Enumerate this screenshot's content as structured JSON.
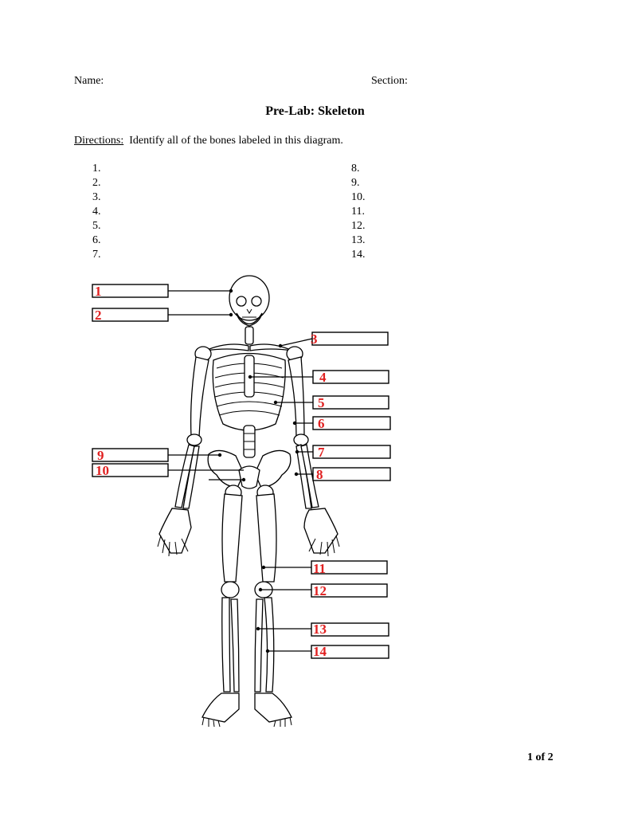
{
  "header": {
    "name_label": "Name:",
    "section_label": "Section:"
  },
  "title": "Pre-Lab:  Skeleton",
  "directions": {
    "label": "Directions:",
    "text": "  Identify all of the bones labeled in this diagram."
  },
  "answer_lines": {
    "left": [
      "1.",
      "2.",
      "3.",
      "4.",
      "5.",
      "6.",
      "7."
    ],
    "right": [
      "8.",
      "9.",
      "10.",
      "11.",
      "12.",
      "13.",
      "14."
    ]
  },
  "diagram": {
    "label_color": "#e02020",
    "labels": [
      "1",
      "2",
      "3",
      "4",
      "5",
      "6",
      "7",
      "8",
      "9",
      "10",
      "11",
      "12",
      "13",
      "14"
    ]
  },
  "footer": {
    "page_number": "1 of 2"
  }
}
